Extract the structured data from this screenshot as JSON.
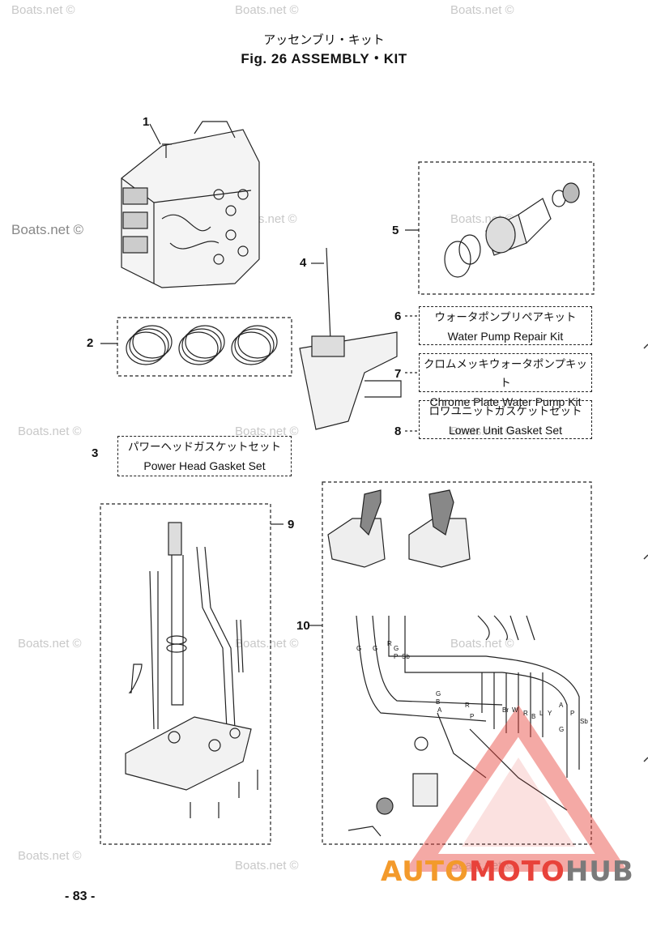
{
  "header": {
    "title_jp": "アッセンブリ・キット",
    "title_en": "Fig. 26   ASSEMBLY・KIT"
  },
  "callouts": [
    "1",
    "2",
    "3",
    "4",
    "5",
    "6",
    "7",
    "8",
    "9",
    "10"
  ],
  "kits": [
    {
      "number": "3",
      "jp": "パワーヘッドガスケットセット",
      "en": "Power Head Gasket Set"
    },
    {
      "number": "6",
      "jp": "ウォータポンプリペアキット",
      "en": "Water Pump Repair Kit"
    },
    {
      "number": "7",
      "jp": "クロムメッキウォータポンプキット",
      "en": "Chrome Plate Water Pump Kit"
    },
    {
      "number": "8",
      "jp": "ロワユニットガスケットセット",
      "en": "Lower Unit Gasket Set"
    }
  ],
  "watermark": "Boats.net ©",
  "wire_labels": [
    "G",
    "G",
    "R",
    "G",
    "P",
    "Sb",
    "G",
    "B",
    "A",
    "R",
    "P",
    "Br",
    "W",
    "R",
    "B",
    "L",
    "Y",
    "A",
    "P",
    "Sb",
    "G"
  ],
  "page_number": "- 83 -",
  "brand": {
    "part1": "AUTO",
    "part2": "MOTO",
    "part3": "HUB",
    "color_red": "#e8423a",
    "color_orange": "#f39a2b",
    "color_grey": "#7a7a7a"
  }
}
